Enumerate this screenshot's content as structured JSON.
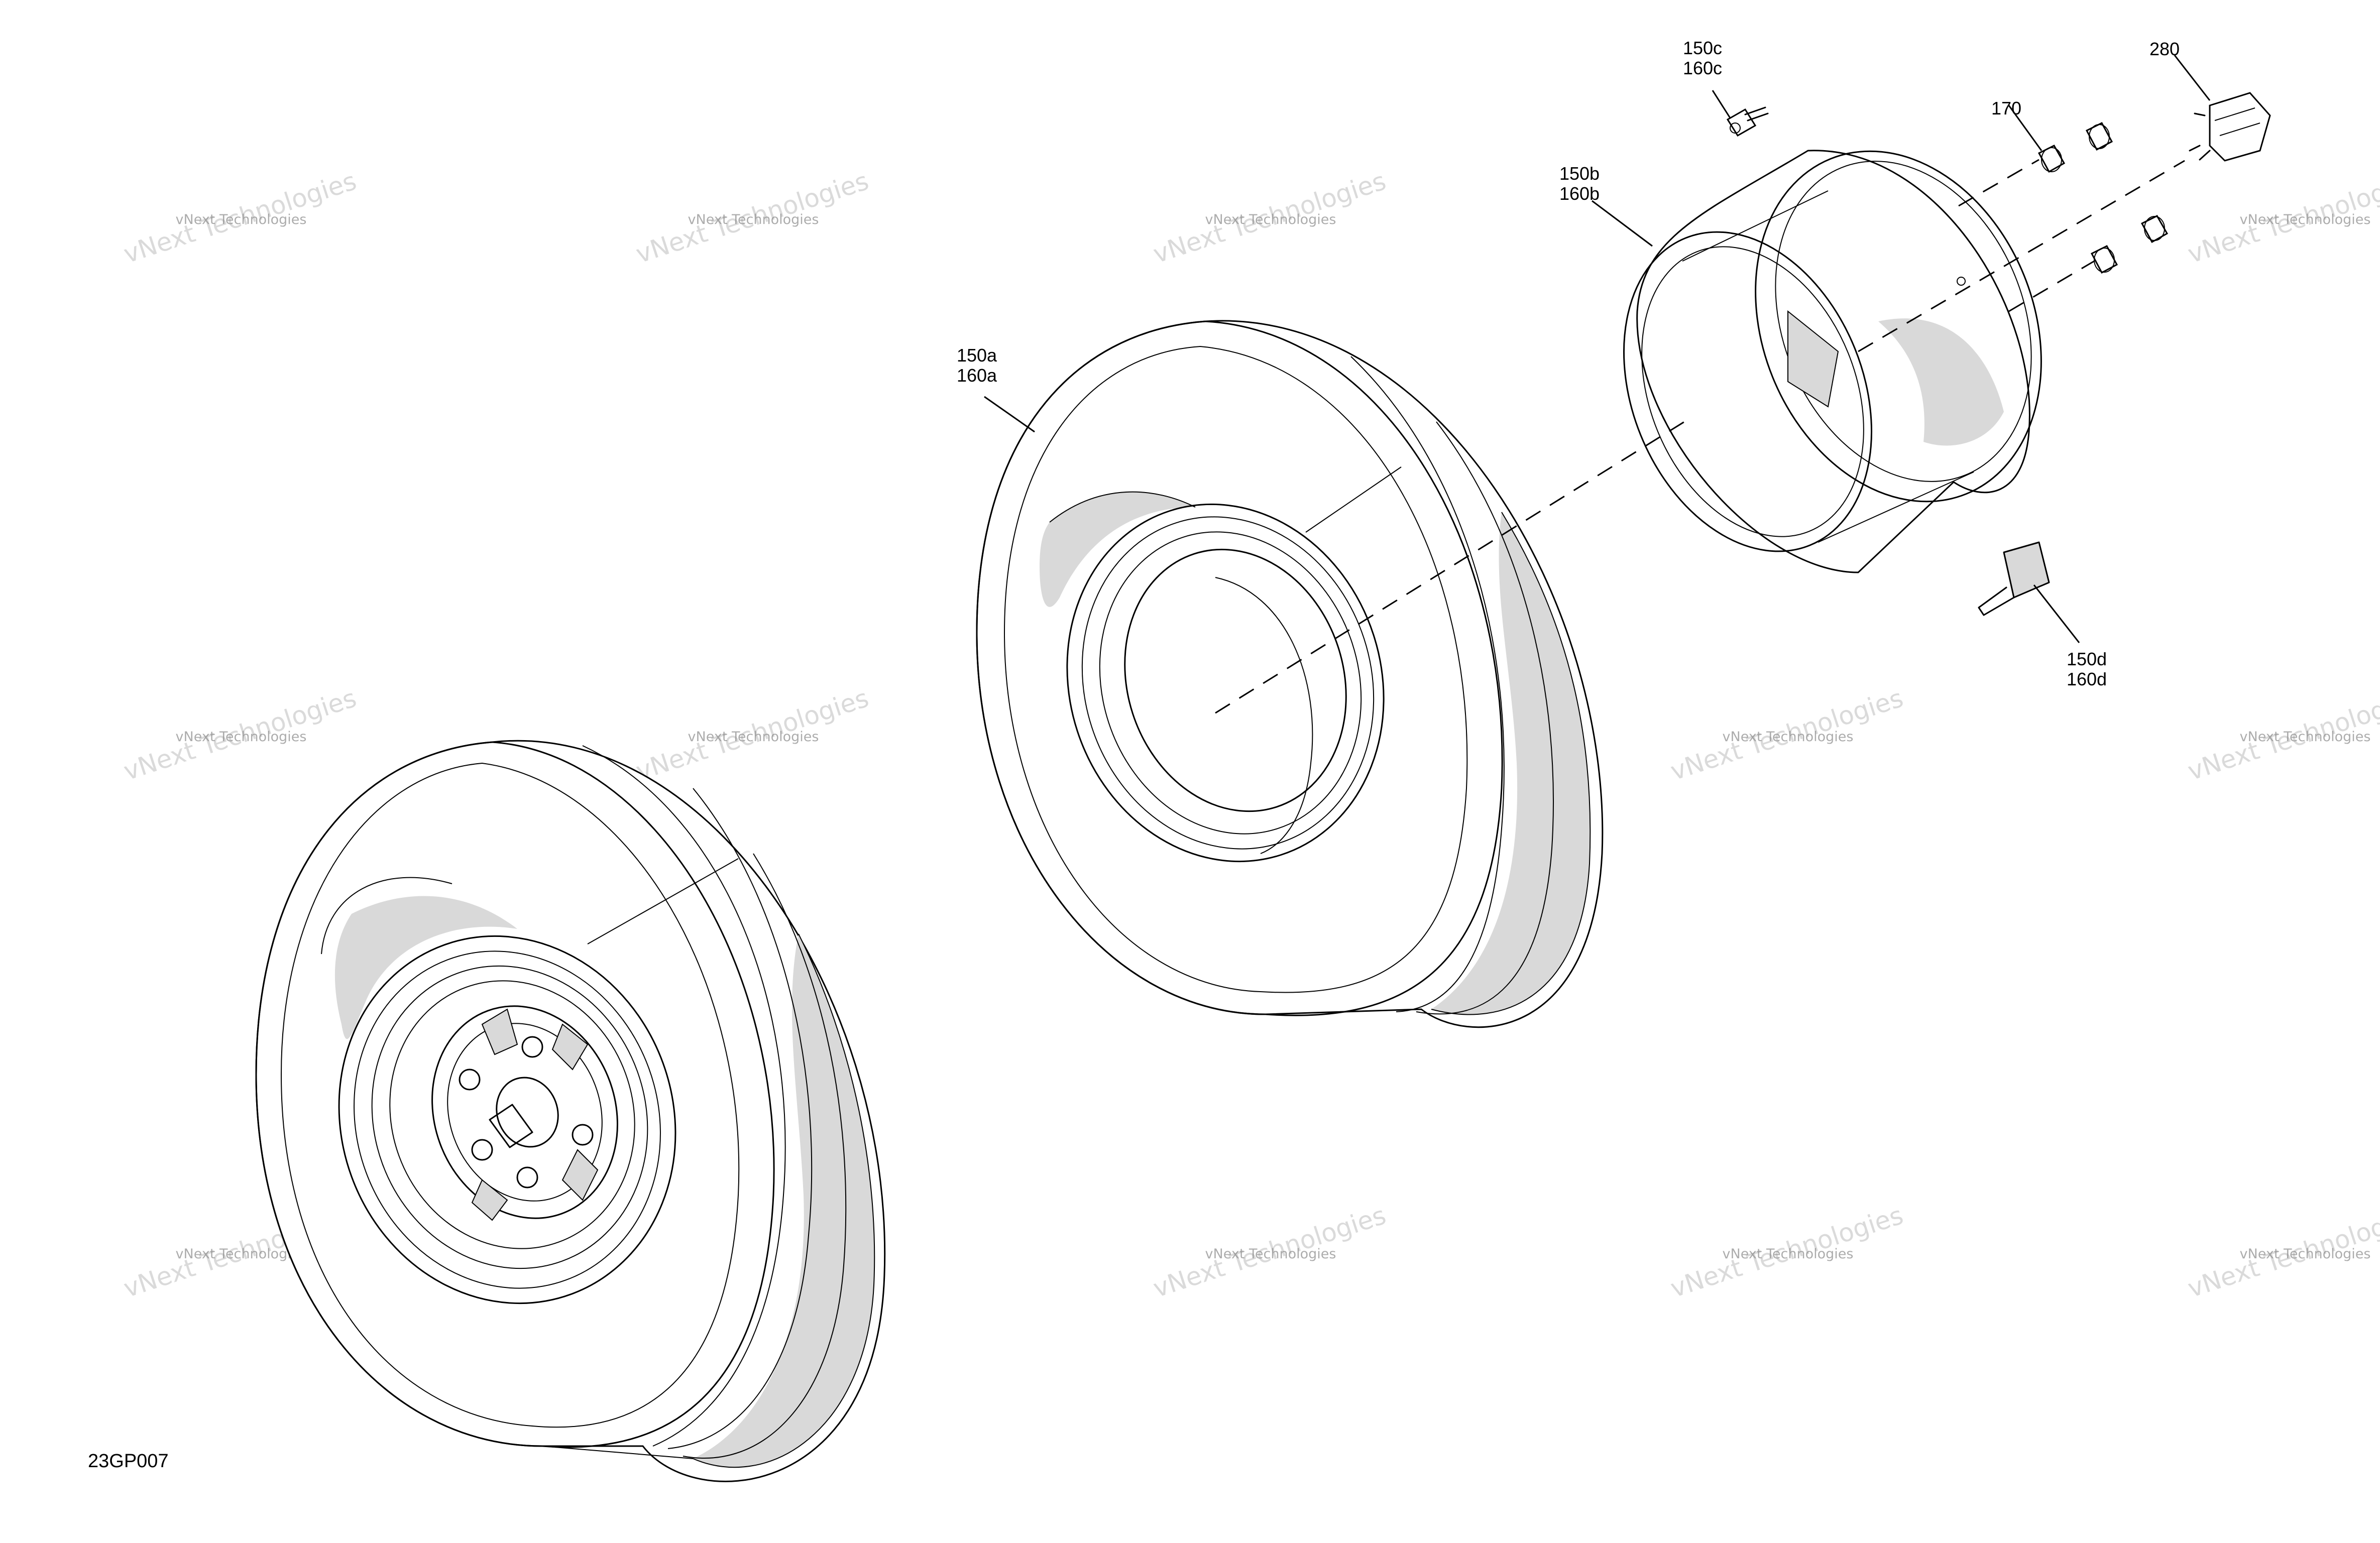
{
  "diagram_id": "23GP007",
  "callouts": [
    {
      "line1": "150a",
      "line2": "160a"
    },
    {
      "line1": "150b",
      "line2": "160b"
    },
    {
      "line1": "150c",
      "line2": "160c"
    },
    {
      "line1": "150d",
      "line2": "160d"
    },
    {
      "line1": "170",
      "line2": ""
    },
    {
      "line1": "280",
      "line2": ""
    }
  ],
  "watermark": {
    "big": "vNext Technologies",
    "small": "vNext Technologies"
  }
}
